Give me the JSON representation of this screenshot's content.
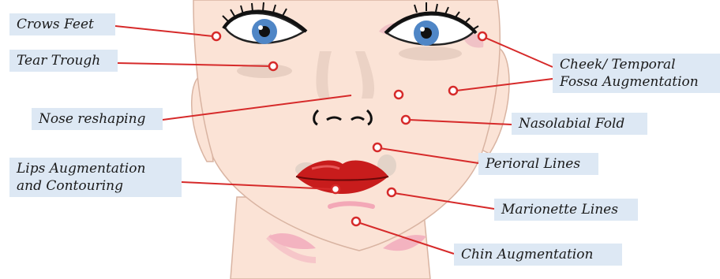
{
  "colors": {
    "skin": "#fbe3d6",
    "skin_outline": "#d9b4a2",
    "label_bg": "#dde8f4",
    "pointer": "#d62a2a",
    "lips": "#c81c1c",
    "iris": "#4f86c6",
    "shadow_patch": "#e8c7bd",
    "pink_patch": "#f3a8b7"
  },
  "labels": {
    "crows_feet": "Crows  Feet",
    "tear_trough": "Tear Trough",
    "nose_reshaping": "Nose reshaping",
    "lips_line1": "Lips Augmentation",
    "lips_line2": "and Contouring",
    "cheek_line1": "Cheek/ Temporal",
    "cheek_line2": "Fossa Augmentation",
    "nasolabial_fold": "Nasolabial Fold",
    "perioral_lines": "Perioral Lines",
    "marionette_lines": "Marionette Lines",
    "chin_augmentation": "Chin Augmentation"
  },
  "icons": {
    "pointer_marker": "circle-marker-icon",
    "pointer_line": "leader-line"
  }
}
